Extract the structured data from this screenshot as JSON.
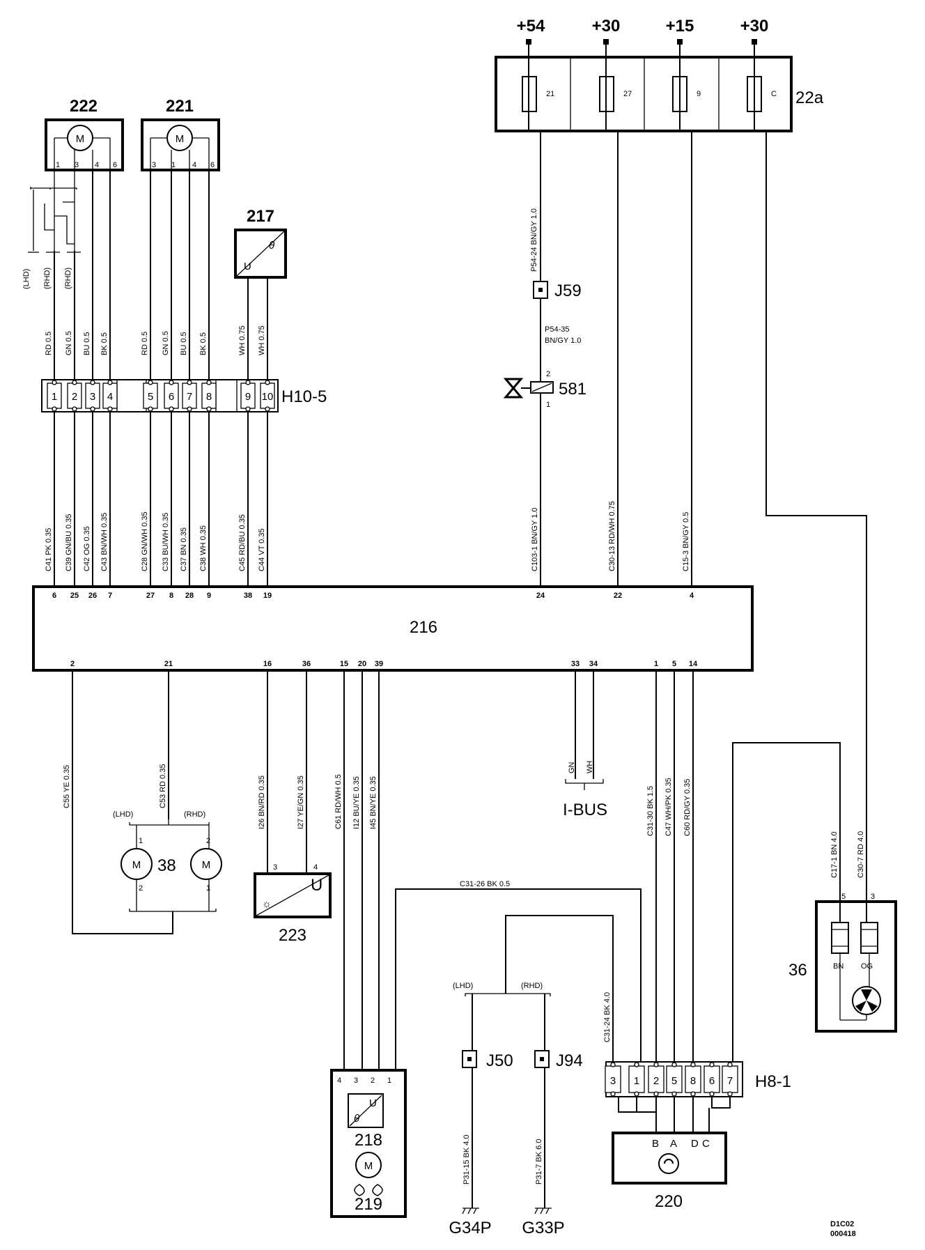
{
  "power": {
    "p54": "+54",
    "p30a": "+30",
    "p15": "+15",
    "p30b": "+30"
  },
  "fusebox": {
    "id": "22a",
    "fuses": [
      "21",
      "27",
      "9",
      "C"
    ]
  },
  "components": {
    "c222": "222",
    "c221": "221",
    "c217": "217",
    "c216": "216",
    "c38": "38",
    "c223": "223",
    "c218": "218",
    "c219": "219",
    "c220": "220",
    "c36": "36",
    "c581": "581",
    "j59": "J59",
    "j50": "J50",
    "j94": "J94",
    "g34p": "G34P",
    "g33p": "G33P",
    "ibus": "I-BUS",
    "h10": "H10-5",
    "h8": "H8-1",
    "m": "M",
    "u": "U",
    "theta": "θ"
  },
  "h10_pins": [
    "1",
    "2",
    "3",
    "4",
    "5",
    "6",
    "7",
    "8",
    "9",
    "10"
  ],
  "h8_pins": [
    "3",
    "1",
    "2",
    "5",
    "8",
    "6",
    "7"
  ],
  "m222_pins": [
    "1",
    "3",
    "4",
    "6"
  ],
  "m221_pins": [
    "3",
    "1",
    "4",
    "6"
  ],
  "u216_top_pins": [
    "6",
    "25",
    "26",
    "7",
    "27",
    "8",
    "28",
    "9",
    "38",
    "19",
    "24",
    "22",
    "4"
  ],
  "u216_bot_pins": [
    "2",
    "21",
    "16",
    "36",
    "15",
    "20",
    "39",
    "33",
    "34",
    "1",
    "5",
    "14"
  ],
  "c36_labels": {
    "p5": "5",
    "p3": "3",
    "bn": "BN",
    "og": "OG"
  },
  "c220_labels": [
    "B",
    "A",
    "D",
    "C"
  ],
  "c218_pins": [
    "4",
    "3",
    "2",
    "1"
  ],
  "c223_pins": [
    "3",
    "4"
  ],
  "m38_pins": {
    "l1": "1",
    "l2": "2",
    "r2": "2",
    "r1": "1"
  },
  "j581_pins": [
    "2",
    "1"
  ],
  "side_labels": {
    "lhd": "(LHD)",
    "rhd": "(RHD)"
  },
  "wires_upper": [
    "RD  0.5",
    "GN  0.5",
    "BU  0.5",
    "BK  0.5",
    "RD  0.5",
    "GN  0.5",
    "BU  0.5",
    "BK  0.5",
    "WH  0.75",
    "WH  0.75"
  ],
  "wires_lower": [
    "C41  PK  0.35",
    "C39  GN/BU  0.35",
    "C42  OG  0.35",
    "C43  BN/WH  0.35",
    "C28  GN/WH  0.35",
    "C33  BU/WH  0.35",
    "C37  BN  0.35",
    "C38  WH  0.35",
    "C45  RD/BU  0.35",
    "C44  VT  0.35",
    "C103-1  BN/GY  1.0",
    "C30-13  RD/WH  0.75",
    "C15-3  BN/GY  0.5"
  ],
  "wire_p5424": "P54-24  BN/GY  1.0",
  "wire_p5435a": "P54-35",
  "wire_p5435b": "BN/GY    1.0",
  "wires_bottom": [
    "C55  YE  0.35",
    "C53  RD  0.35",
    "I26  BN/RD  0.35",
    "I27  YE/GN  0.35",
    "C61  RD/WH  0.5",
    "I12  BU/YE  0.35",
    "I45  BN/YE  0.35",
    "C31-30  BK  1.5",
    "C47  WH/PK  0.35",
    "C60  RD/GY  0.35",
    "C17-1  BN  4.0",
    "C30-7  RD  4.0",
    "C31-24  BK  4.0",
    "P31-15  BK  4.0",
    "P31-7  BK  6.0"
  ],
  "wire_c3126": "C31-26  BK  0.5",
  "ibus_wires": [
    "GN",
    "WH"
  ],
  "footer": {
    "line1": "D1C02",
    "line2": "000418"
  }
}
